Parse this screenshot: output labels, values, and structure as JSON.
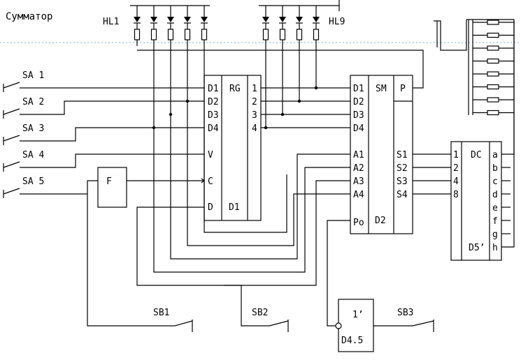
{
  "title": "Сумматор",
  "indicators": {
    "first": "HL1",
    "last": "HL9"
  },
  "switches": [
    "SA 1",
    "SA 2",
    "SA 3",
    "SA 4",
    "SA 5"
  ],
  "buttons": [
    "SB1",
    "SB2",
    "SB3"
  ],
  "register": {
    "type": "RG",
    "ref": "D1",
    "inputs": [
      "D1",
      "D2",
      "D3",
      "D4",
      "V",
      "C",
      "D"
    ],
    "outputs": [
      "1",
      "2",
      "3",
      "4"
    ]
  },
  "adder": {
    "type": "SM",
    "ref": "D2",
    "carry_out": "P",
    "inputs": [
      "D1",
      "D2",
      "D3",
      "D4",
      "A1",
      "A2",
      "A3",
      "A4",
      "Po"
    ],
    "outputs": [
      "S1",
      "S2",
      "S3",
      "S4"
    ]
  },
  "decoder": {
    "type": "DC",
    "ref": "D5’",
    "inputs": [
      "1",
      "2",
      "4",
      "8"
    ],
    "outputs": [
      "a",
      "b",
      "c",
      "d",
      "e",
      "f",
      "g",
      "h"
    ]
  },
  "shaper": {
    "label": "F"
  },
  "inverter": {
    "type": "1’",
    "ref": "D4.5"
  }
}
